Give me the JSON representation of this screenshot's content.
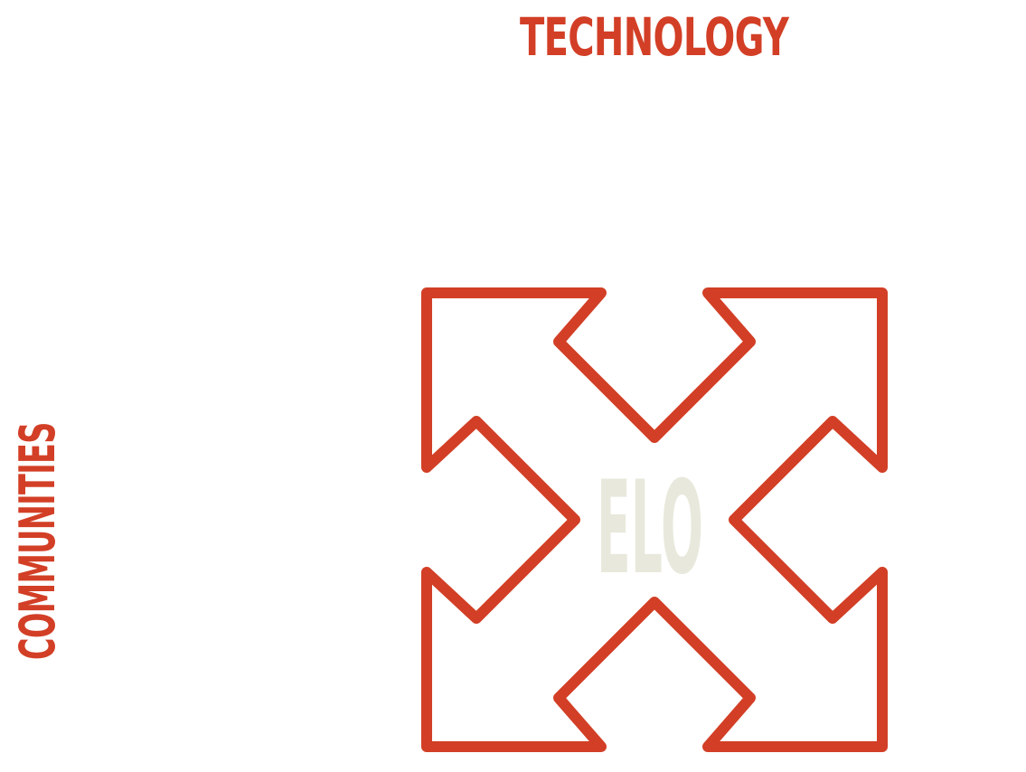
{
  "diagram": {
    "top_heading": "TECHNOLOGY",
    "side_heading": "COMMUNITIES",
    "center_label": "ELO"
  },
  "colors": {
    "accent": "#d23f26",
    "center_text": "#e8e8dc",
    "background": "#ffffff"
  },
  "icons": {
    "main_graphic": "four-way-expand-arrows-icon"
  }
}
